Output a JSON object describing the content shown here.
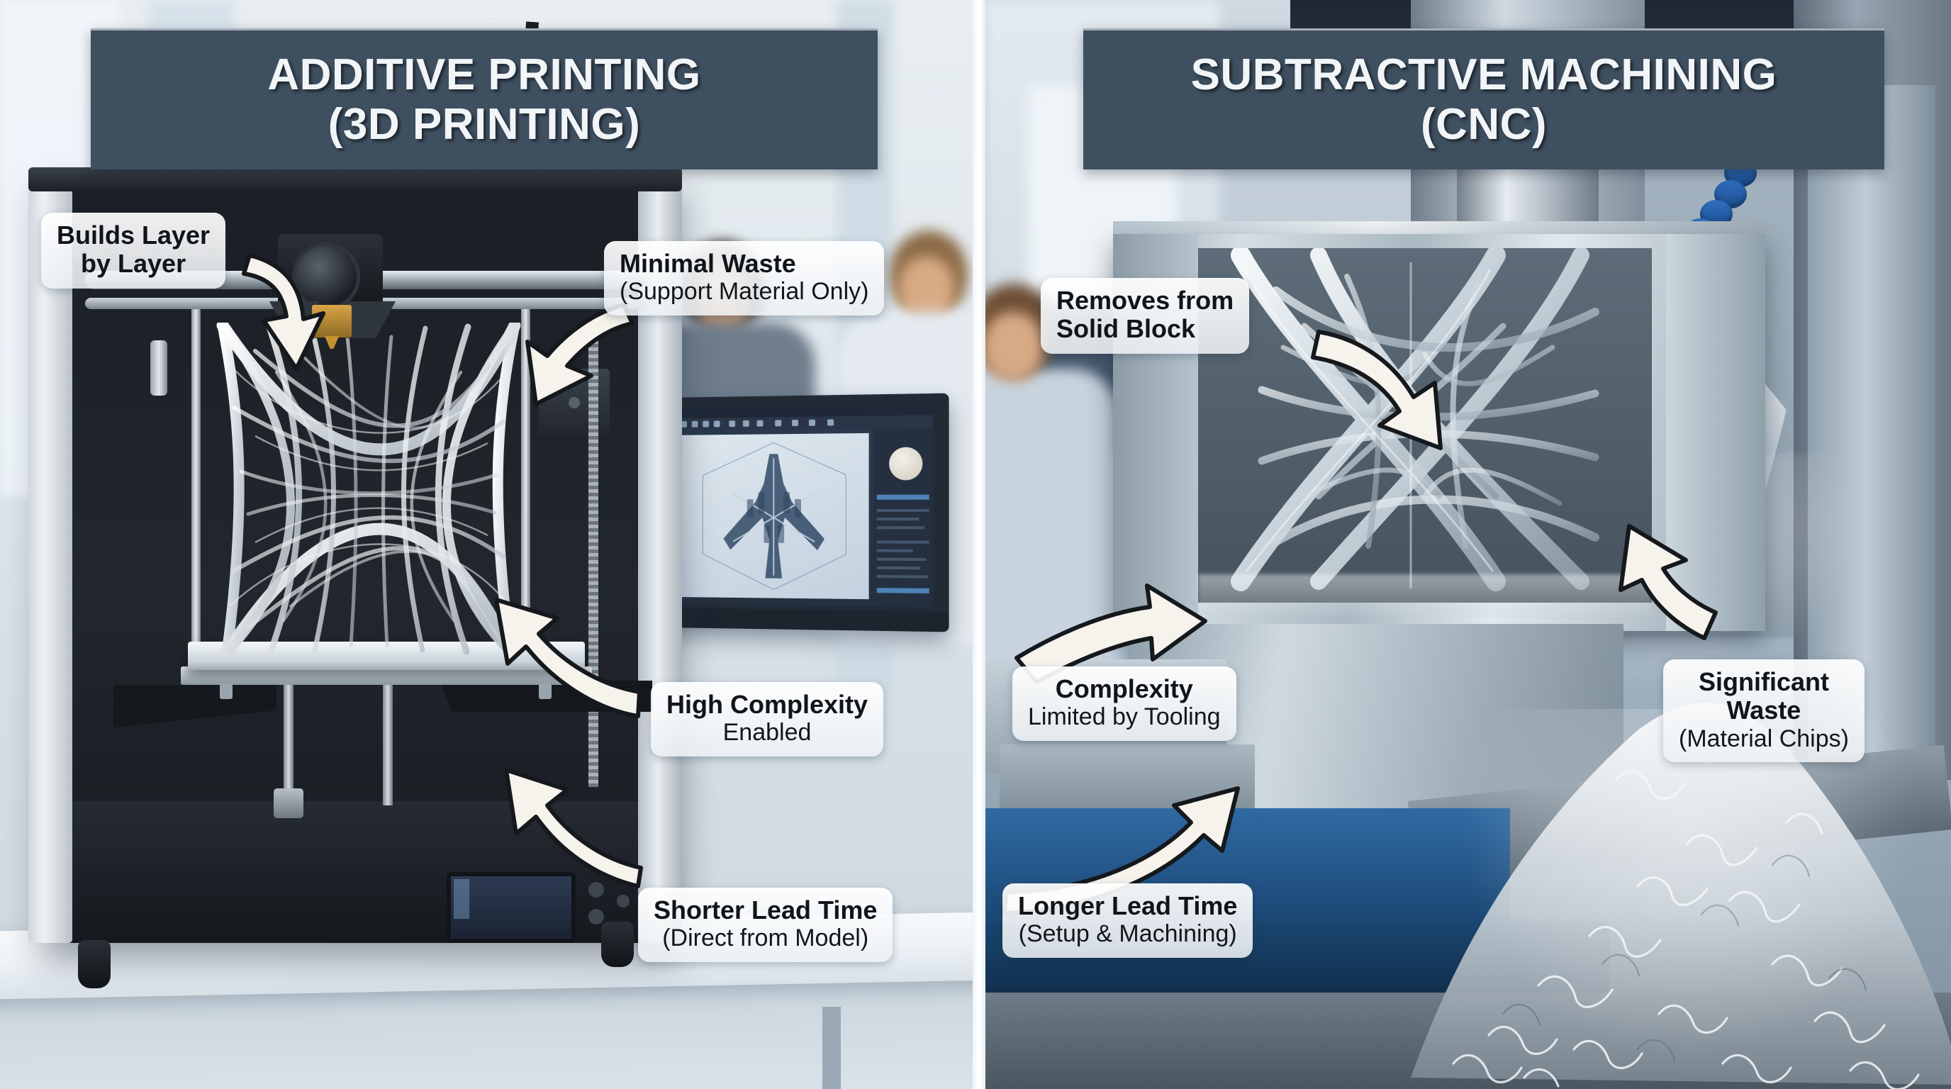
{
  "panels": {
    "left": {
      "title_line1": "ADDITIVE PRINTING",
      "title_line2": "(3D PRINTING)",
      "banner_color": "#3e4f60",
      "callouts": [
        {
          "id": "builds-layer-by-layer",
          "line1": "Builds Layer",
          "line2": "by Layer"
        },
        {
          "id": "minimal-waste",
          "line1": "Minimal Waste",
          "line2": "(Support Material Only)"
        },
        {
          "id": "high-complexity",
          "line1": "High Complexity",
          "line2": "Enabled"
        },
        {
          "id": "shorter-lead-time",
          "line1": "Shorter Lead Time",
          "line2": "(Direct from Model)"
        }
      ],
      "scene": {
        "machine": "desktop-3d-printer",
        "printed_part": "white lattice X-shaped structure on build plate",
        "monitor": "CAD software showing X-shaped lattice model",
        "background": "bright laboratory with two blurred technicians"
      }
    },
    "right": {
      "title_line1": "SUBTRACTIVE MACHINING",
      "title_line2": "(CNC)",
      "banner_color": "#3e4f60",
      "callouts": [
        {
          "id": "removes-from-solid-block",
          "line1": "Removes from",
          "line2": "Solid Block"
        },
        {
          "id": "complexity-limited-by-tooling",
          "line1": "Complexity",
          "line2": "Limited by Tooling"
        },
        {
          "id": "significant-waste",
          "line1": "Significant",
          "line1b": "Waste",
          "line2": "(Material Chips)"
        },
        {
          "id": "longer-lead-time",
          "line1": "Longer Lead Time",
          "line2": "(Setup & Machining)"
        }
      ],
      "scene": {
        "machine": "cnc-vertical-milling-machine",
        "workpiece": "aluminium block with machined X-lattice pocket",
        "coolant": "blue segmented coolant hose with orange nozzle spraying coolant",
        "waste": "large pile of metal swarf chips on blue machine bed",
        "background": "workshop with blurred operator at control panel"
      }
    }
  },
  "colors": {
    "banner": "#3e4f60",
    "callout_text": "#111418",
    "callout_bg": "#f2f5f7",
    "arrow_fill": "#f5f2ec",
    "arrow_stroke": "#15181c",
    "coolant_hose": "#1f59a0",
    "nozzle": "#e8971f",
    "machine_bed": "#2f6aa3"
  },
  "icons": {
    "arrow": "curved-arrow-icon"
  }
}
